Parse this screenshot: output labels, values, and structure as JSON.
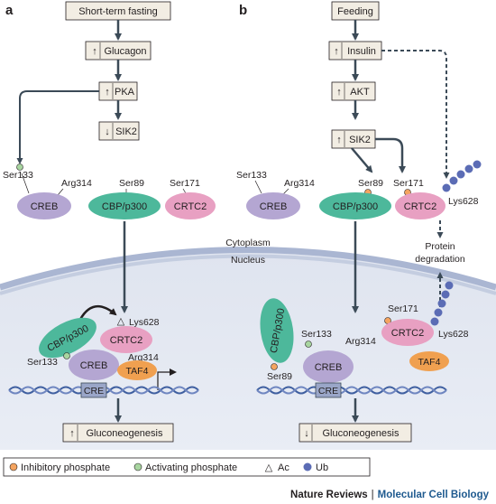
{
  "panel_a": {
    "letter": "a",
    "fasting": "Short-term fasting",
    "glucagon": "Glucagon",
    "pka": "PKA",
    "sik2": "SIK2",
    "ser133_top": "Ser133",
    "arg314_top": "Arg314",
    "ser89_top": "Ser89",
    "ser171_top": "Ser171",
    "creb_top": "CREB",
    "cbp_top": "CBP/p300",
    "crtc2_top": "CRTC2",
    "lys628": "Lys628",
    "cbp_nuc": "CBP/p300",
    "crtc2_nuc": "CRTC2",
    "arg314_nuc": "Arg314",
    "ser133_nuc": "Ser133",
    "creb_nuc": "CREB",
    "taf4": "TAF4",
    "cre": "CRE",
    "outcome": "Gluconeogenesis"
  },
  "panel_b": {
    "letter": "b",
    "feeding": "Feeding",
    "insulin": "Insulin",
    "akt": "AKT",
    "sik2": "SIK2",
    "ser133_top": "Ser133",
    "arg314_top": "Arg314",
    "ser89_top": "Ser89",
    "ser171_top": "Ser171",
    "creb_top": "CREB",
    "cbp_top": "CBP/p300",
    "crtc2_top": "CRTC2",
    "lys628_top": "Lys628",
    "protein": "Protein",
    "degradation": "degradation",
    "cbp_nuc": "CBP/p300",
    "ser133_nuc": "Ser133",
    "ser89_nuc": "Ser89",
    "arg314_nuc": "Arg314",
    "creb_nuc": "CREB",
    "ser171_nuc": "Ser171",
    "crtc2_nuc": "CRTC2",
    "lys628_nuc": "Lys628",
    "taf4": "TAF4",
    "cre": "CRE",
    "outcome": "Gluconeogenesis"
  },
  "compartments": {
    "cytoplasm": "Cytoplasm",
    "nucleus": "Nucleus"
  },
  "legend": {
    "inhibitory": "Inhibitory phosphate",
    "activating": "Activating phosphate",
    "ac": "Ac",
    "ub": "Ub"
  },
  "symbols": {
    "up": "↑",
    "down": "↓"
  },
  "footer": {
    "publisher": "Nature Reviews",
    "separator": "|",
    "journal": "Molecular Cell Biology"
  },
  "colors": {
    "creb": "#b4a6d2",
    "cbp": "#4db89b",
    "crtc2": "#e8a0c2",
    "taf4": "#f0a050",
    "cre_box": "#9aa6c8",
    "box_fill": "#f2ede3",
    "nucleus_fill": "#dfe4ef",
    "membrane": "#aab6d2",
    "arrow": "#3b4a57",
    "dna_strand": "#3f5fa0",
    "inhibitory_phosphate": "#f4a460",
    "activating_phosphate": "#a8d5a0",
    "ubiquitin": "#5b6cb5"
  }
}
